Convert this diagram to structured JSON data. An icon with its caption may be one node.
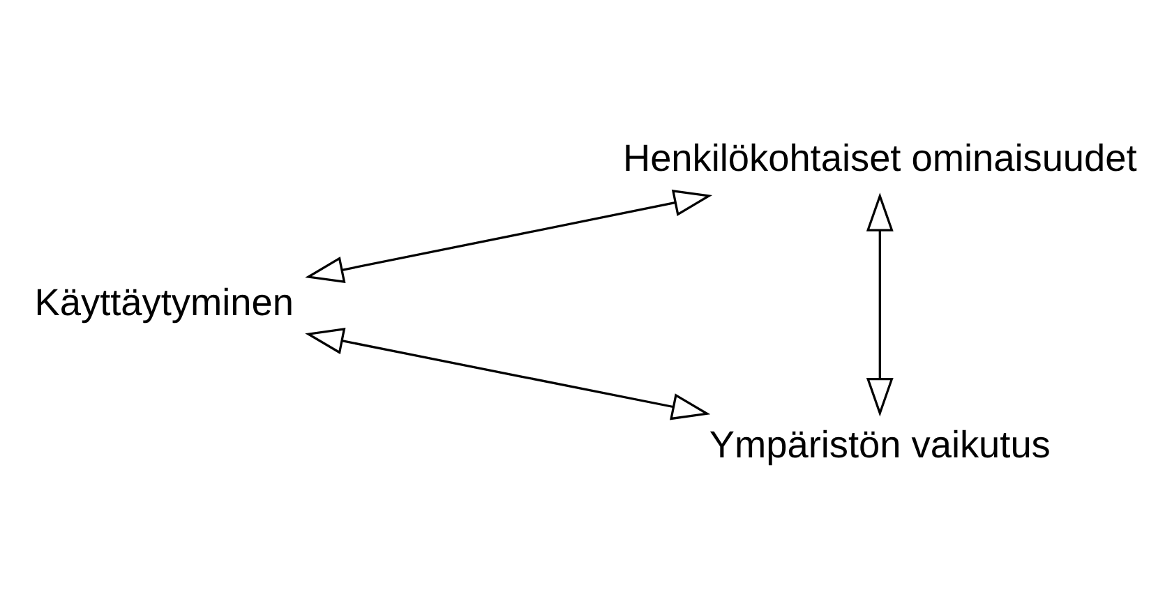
{
  "diagram": {
    "nodes": [
      {
        "text": [
          "Henkilökohtaiset ominaisuudet"
        ]
      },
      {
        "text": [
          "Käyttäytyminen"
        ]
      },
      {
        "text": [
          "Ympäristön vaikutus"
        ]
      }
    ],
    "edges": [
      {
        "from": 1,
        "to": 0,
        "arrow": "both"
      },
      {
        "from": 0,
        "to": 2,
        "arrow": "both"
      },
      {
        "from": 1,
        "to": 2,
        "arrow": "both"
      }
    ]
  }
}
